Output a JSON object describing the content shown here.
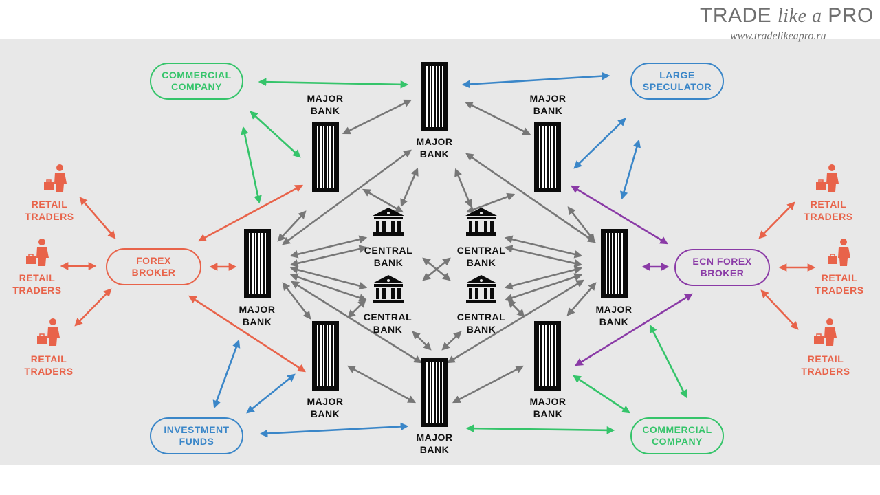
{
  "brand": {
    "logo_part1": "TRADE",
    "logo_part2": "like a",
    "logo_part3": "PRO",
    "url": "www.tradelikeapro.ru"
  },
  "colors": {
    "retail": "#e8634a",
    "commercial": "#35c46a",
    "speculator": "#3a86c8",
    "ecn": "#8a3aa6",
    "bank": "#777777",
    "panel": "#e8e8e8"
  },
  "nodes": {
    "commercial_top": "COMMERCIAL\nCOMPANY",
    "large_speculator": "LARGE\nSPECULATOR",
    "forex_broker": "FOREX\nBROKER",
    "ecn_broker": "ECN FOREX\nBROKER",
    "investment_funds": "INVESTMENT\nFUNDS",
    "commercial_bottom": "COMMERCIAL\nCOMPANY"
  },
  "banks": {
    "top_center": "MAJOR\nBANK",
    "upper_left": "MAJOR\nBANK",
    "upper_right": "MAJOR\nBANK",
    "mid_left": "MAJOR\nBANK",
    "mid_right": "MAJOR\nBANK",
    "lower_left": "MAJOR\nBANK",
    "lower_right": "MAJOR\nBANK",
    "bottom_center": "MAJOR\nBANK"
  },
  "central_banks": {
    "cb1": "CENTRAL\nBANK",
    "cb2": "CENTRAL\nBANK",
    "cb3": "CENTRAL\nBANK",
    "cb4": "CENTRAL\nBANK"
  },
  "retail": {
    "left_top": "RETAIL\nTRADERS",
    "left_mid": "RETAIL\nTRADERS",
    "left_bottom": "RETAIL\nTRADERS",
    "right_top": "RETAIL\nTRADERS",
    "right_mid": "RETAIL\nTRADERS",
    "right_bottom": "RETAIL\nTRADERS"
  }
}
